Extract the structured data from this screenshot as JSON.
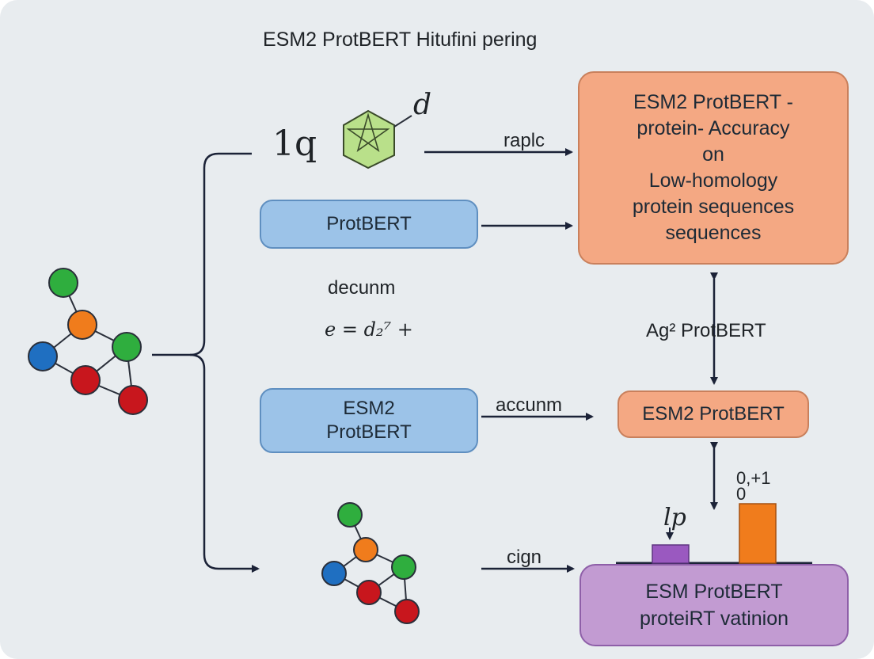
{
  "title": "ESM2 ProtBERT Hitufini pering",
  "boxes": {
    "protbert": "ProtBERT",
    "esm2_protbert_line1": "ESM2",
    "esm2_protbert_line2": "ProtBERT",
    "accuracy_lines": [
      "ESM2 ProtBERT -",
      "protein- Accuracy",
      "on",
      "Low-homology",
      "protein sequences",
      "sequences"
    ],
    "esm2_small": "ESM2 ProtBERT",
    "purple_line1": "ESM ProtBERT",
    "purple_line2": "proteiRT vatinion"
  },
  "labels": {
    "raplc": "raplc",
    "decunm": "decunm",
    "equation": "e = d₂⁷ +",
    "accunm": "accunm",
    "cign": "cign",
    "ag2_protbert": "Ag² ProtBERT",
    "lq": "1q",
    "d": "d",
    "lp": "lp",
    "bar_value": "0,+1 0"
  },
  "colors": {
    "node_green": "#2fae3e",
    "node_orange": "#f07c1c",
    "node_blue": "#1f6fc1",
    "node_red": "#c8161d",
    "arrow": "#1b2237",
    "star_fill": "#b9e08a",
    "bar_purple": "#9a59c0",
    "bar_orange": "#f07c1c"
  },
  "icons": [
    "molecule-graph-icon",
    "protein-star-icon",
    "molecule-graph-icon"
  ]
}
